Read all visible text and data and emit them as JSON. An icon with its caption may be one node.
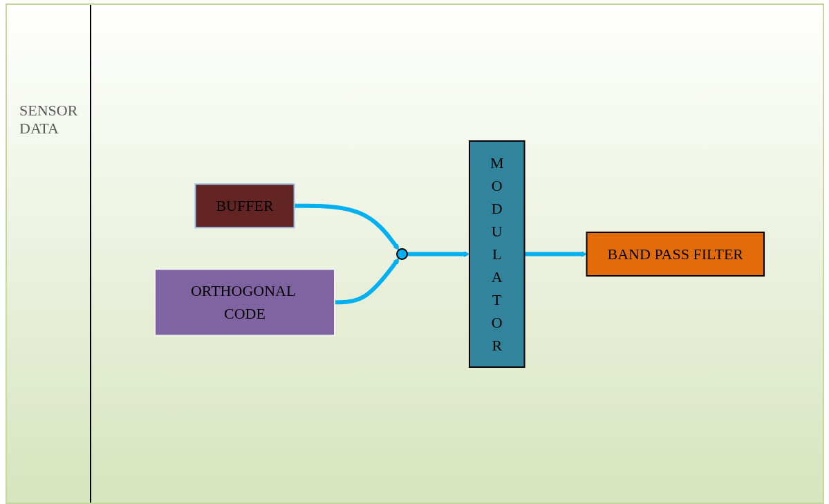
{
  "diagram": {
    "nodes": [
      {
        "text": [
          "BUFFER"
        ]
      },
      {
        "text": [],
        "shape": "circle"
      },
      {
        "text": [
          "ORTHOGONAL CODE"
        ]
      },
      {
        "text": [
          "MODULATOR"
        ]
      },
      {
        "text": [
          "BAND PASS FILTER"
        ]
      }
    ],
    "edges": [
      {
        "from": 0,
        "to": 1,
        "arrow": "to"
      },
      {
        "from": 2,
        "to": 1,
        "arrow": "to"
      },
      {
        "from": 1,
        "to": 3,
        "arrow": "to"
      },
      {
        "from": 3,
        "to": 4,
        "arrow": "to"
      }
    ],
    "labels": [
      "SENSOR DATA"
    ]
  }
}
